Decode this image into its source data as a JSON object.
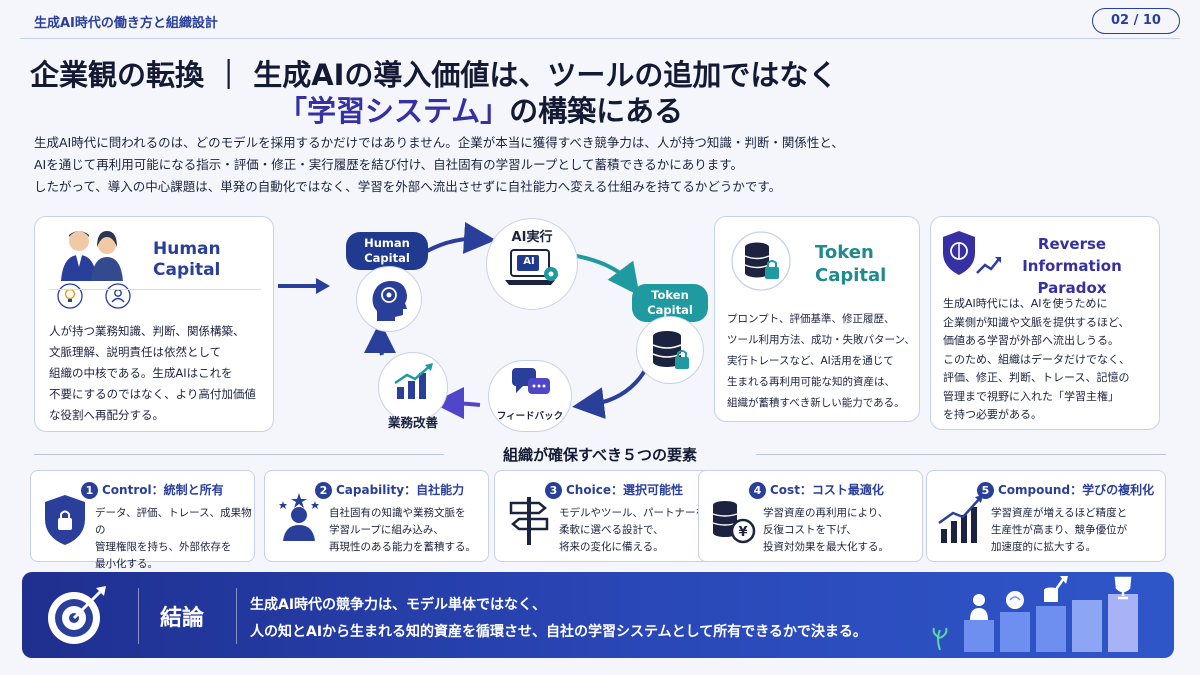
{
  "header": {
    "top_label": "生成AI時代の働き方と組織設計",
    "page": "02 / 10"
  },
  "title": {
    "line1": "企業観の転換 ｜ 生成AIの導入価値は、ツールの追加ではなく",
    "line2_highlight": "「学習システム」",
    "line2_rest": "の構築にある"
  },
  "intro": [
    "生成AI時代に問われるのは、どのモデルを採用するかだけではありません。企業が本当に獲得すべき競争力は、人が持つ知識・判断・関係性と、",
    "AIを通じて再利用可能になる指示・評価・修正・実行履歴を結び付け、自社固有の学習ループとして蓄積できるかにあります。",
    "したがって、導入の中心課題は、単発の自動化ではなく、学習を外部へ流出させずに自社能力へ変える仕組みを持てるかどうかです。"
  ],
  "human_capital": {
    "title_line1": "Human",
    "title_line2": "Capital",
    "body": [
      "人が持つ業務知識、判断、関係構築、",
      "文脈理解、説明責任は依然として",
      "組織の中核である。生成AIはこれを",
      "不要にするのではなく、より高付加価値",
      "な役割へ再配分する。"
    ]
  },
  "cycle": {
    "human_line1": "Human",
    "human_line2": "Capital",
    "ai_exec": "AI実行",
    "ai_badge": "AI",
    "token_line1": "Token",
    "token_line2": "Capital",
    "feedback": "フィードバック",
    "improve": "業務改善"
  },
  "token_capital": {
    "title_line1": "Token",
    "title_line2": "Capital",
    "body": [
      "プロンプト、評価基準、修正履歴、",
      "ツール利用方法、成功・失敗パターン、",
      "実行トレースなど、AI活用を通じて",
      "生まれる再利用可能な知的資産は、",
      "組織が蓄積すべき新しい能力である。"
    ]
  },
  "reverse": {
    "title_line1": "Reverse Information",
    "title_line2": "Paradox",
    "body": [
      "生成AI時代には、AIを使うために",
      "企業側が知識や文脈を提供するほど、",
      "価値ある学習が外部へ流出しうる。",
      "このため、組織はデータだけでなく、",
      "評価、修正、判断、トレース、記憶の",
      "管理まで視野に入れた「学習主権」",
      "を持つ必要がある。"
    ]
  },
  "elements_heading": "組織が確保すべき５つの要素",
  "elements": [
    {
      "num": "1",
      "title": "Control：統制と所有",
      "body": [
        "データ、評価、トレース、成果物の",
        "管理権限を持ち、外部依存を",
        "最小化する。"
      ]
    },
    {
      "num": "2",
      "title": "Capability：自社能力",
      "body": [
        "自社固有の知識や業務文脈を",
        "学習ループに組み込み、",
        "再現性のある能力を蓄積する。"
      ]
    },
    {
      "num": "3",
      "title": "Choice：選択可能性",
      "body": [
        "モデルやツール、パートナーを",
        "柔軟に選べる設計で、",
        "将来の変化に備える。"
      ]
    },
    {
      "num": "4",
      "title": "Cost：コスト最適化",
      "body": [
        "学習資産の再利用により、",
        "反復コストを下げ、",
        "投資対効果を最大化する。"
      ]
    },
    {
      "num": "5",
      "title": "Compound：学びの複利化",
      "body": [
        "学習資産が増えるほど精度と",
        "生産性が高まり、競争優位が",
        "加速度的に拡大する。"
      ]
    }
  ],
  "conclusion": {
    "label": "結論",
    "line1": "生成AI時代の競争力は、モデル単体ではなく、",
    "line2": "人の知とAIから生まれる知的資産を循環させ、自社の学習システムとして所有できるかで決まる。"
  },
  "colors": {
    "primary": "#2a3f9a",
    "accent_teal": "#1f9aa0",
    "accent_purple": "#3730a3",
    "card_border": "#c8d1ec"
  },
  "icons": [
    "people-icon",
    "lightbulb-icon",
    "user-icon",
    "head-icon",
    "laptop-ai-icon",
    "database-lock-icon",
    "chat-icon",
    "chart-up-icon",
    "brain-shield-icon",
    "shield-lock-icon",
    "star-person-icon",
    "signpost-icon",
    "coins-yen-icon",
    "growth-chart-icon",
    "target-icon",
    "trophy-icon"
  ]
}
